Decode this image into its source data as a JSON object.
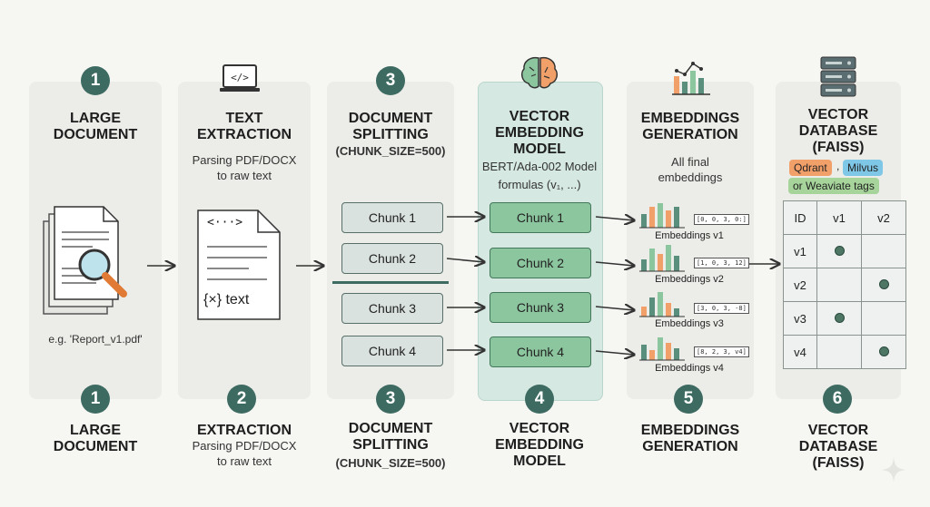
{
  "steps": [
    {
      "num": "1",
      "title": "LARGE\nDOCUMENT",
      "caption": "e.g. 'Report_v1.pdf'",
      "bottom_num": "1",
      "bottom_title": "LARGE\nDOCUMENT"
    },
    {
      "title": "TEXT\nEXTRACTION",
      "desc": "Parsing PDF/DOCX\nto raw text",
      "doc_top": "<···>",
      "doc_bottom": "{×} text",
      "bottom_num": "2",
      "bottom_title": "EXTRACTION",
      "bottom_desc": "Parsing PDF/DOCX\nto raw text"
    },
    {
      "num": "3",
      "title": "DOCUMENT\nSPLITTING",
      "param": "(CHUNK_SIZE=500)",
      "bottom_num": "3",
      "bottom_title": "DOCUMENT\nSPLITTING",
      "bottom_param": "(CHUNK_SIZE=500)"
    },
    {
      "title": "VECTOR\nEMBEDDING\nMODEL",
      "desc": "BERT/Ada-002 Model\nformulas (v₁, ...)",
      "bottom_num": "4",
      "bottom_title": "VECTOR\nEMBEDDING\nMODEL"
    },
    {
      "title": "EMBEDDINGS\nGENERATION",
      "desc": "All final\nembeddings",
      "bottom_num": "5",
      "bottom_title": "EMBEDDINGS\nGENERATION"
    },
    {
      "title": "VECTOR\nDATABASE\n(FAISS)",
      "bottom_num": "6",
      "bottom_title": "VECTOR\nDATABASE\n(FAISS)"
    }
  ],
  "chunks": [
    "Chunk 1",
    "Chunk 2",
    "Chunk 3",
    "Chunk 4"
  ],
  "embeddings": [
    {
      "label": "Embeddings v1",
      "vector": "[0, 0, 3, 0:]"
    },
    {
      "label": "Embeddings v2",
      "vector": "[1, 0, 3, 12]"
    },
    {
      "label": "Embeddings v3",
      "vector": "[3, 0, 3, -8]"
    },
    {
      "label": "Embeddings v4",
      "vector": "[8, 2, 3, v4]"
    }
  ],
  "db_tags": [
    "Qdrant",
    ",",
    "Milvus",
    "or Weaviate tags"
  ],
  "db_table": {
    "header": [
      "ID",
      "v1",
      "v2"
    ],
    "rows": [
      {
        "id": "v1",
        "v1": true,
        "v2": false
      },
      {
        "id": "v2",
        "v1": false,
        "v2": true
      },
      {
        "id": "v3",
        "v1": true,
        "v2": false
      },
      {
        "id": "v4",
        "v1": false,
        "v2": true
      }
    ]
  },
  "colors": {
    "badge": "#3d6b62",
    "chunk_grey": "#d9e2df",
    "chunk_green": "#8cc69f",
    "highlight": "#d5e8e1",
    "tag_orange": "#f2a06a",
    "tag_blue": "#7ec7e6",
    "tag_green": "#a6d49a"
  },
  "icons": [
    "laptop-code-icon",
    "brain-icon",
    "bar-chart-icon",
    "server-icon",
    "document-magnifier-icon",
    "code-document-icon",
    "sparkle-icon"
  ]
}
